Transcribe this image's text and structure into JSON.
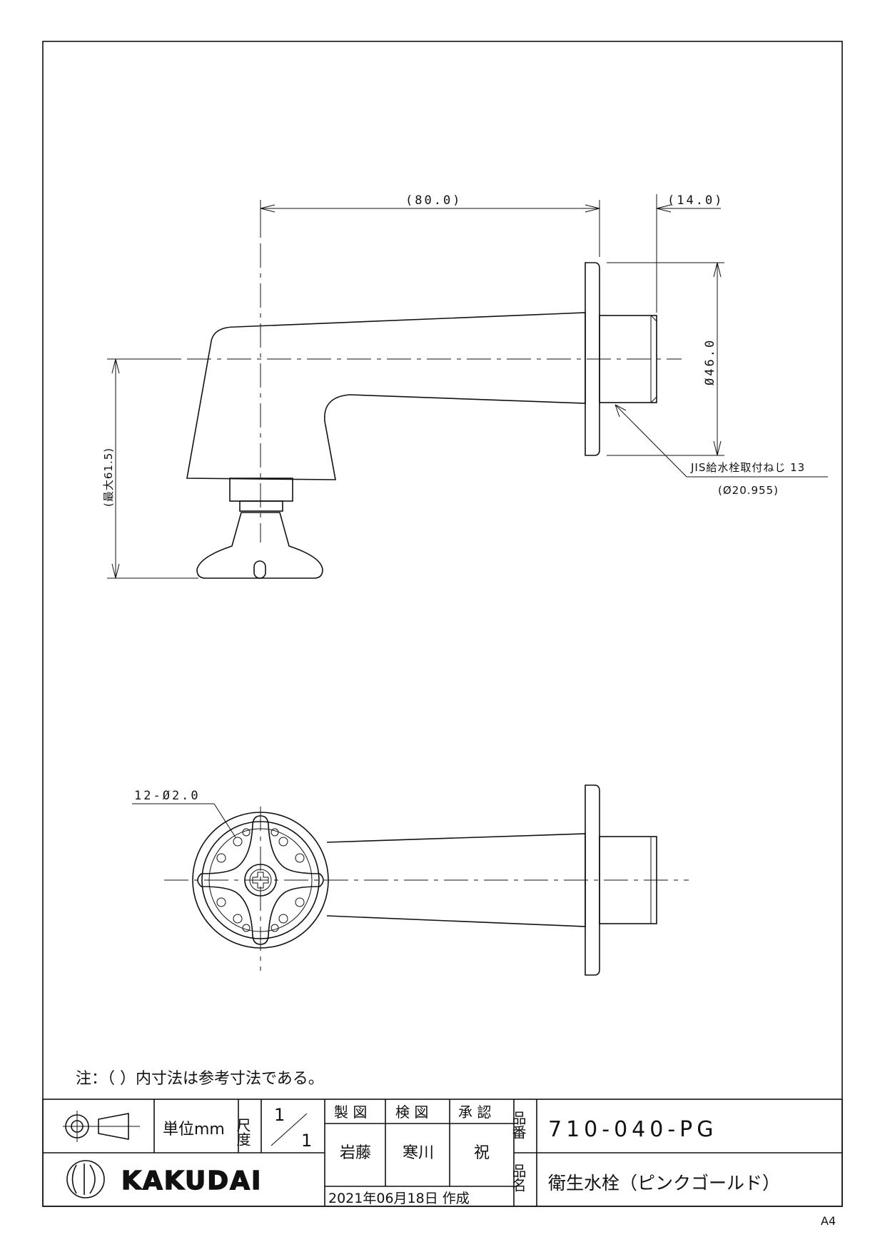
{
  "drawing": {
    "dimensions": {
      "length": "(80.0)",
      "thread_length": "(14.0)",
      "flange_diameter": "Ø46.0",
      "max_height": "(最大61.5)",
      "thread_label": "JIS給水栓取付ねじ 13",
      "thread_diameter": "(Ø20.955)",
      "holes": "12-Ø2.0"
    },
    "note": "注：（ ）内寸法は参考寸法である。"
  },
  "title_block": {
    "projection_symbol": "third-angle-projection-icon",
    "unit_label": "単位mm",
    "scale_label": "尺度",
    "scale_top": "1",
    "scale_bottom": "1",
    "drawn_by_header": "製 図",
    "checked_by_header": "検 図",
    "approved_by_header": "承 認",
    "drawn_by": "岩藤",
    "checked_by": "寒川",
    "approved_by": "祝",
    "date": "2021年06月18日 作成",
    "part_no_label": "品番",
    "part_no": "710-040-PG",
    "part_name_label": "品名",
    "part_name": "衛生水栓（ピンクゴールド）",
    "company": "KAKUDAI",
    "sheet_size": "A4"
  }
}
